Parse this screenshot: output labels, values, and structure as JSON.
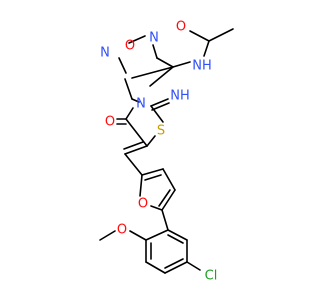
{
  "colors": {
    "bond": "#000000",
    "oxygen": "#ff0d0d",
    "nitrogen": "#3050f8",
    "sulfur": "#c8a000",
    "chlorine": "#1fa01f",
    "hydrogen_label": "#000000"
  },
  "labels": {
    "acetyl_o": "O",
    "amide_nh": "NH",
    "furazan_o": "O",
    "furazan_n1": "N",
    "furazan_n2": "N",
    "ring_n": "N",
    "carbonyl_o": "O",
    "imine": "NH",
    "sulfur": "S",
    "furan_o": "O",
    "methoxy_o": "O",
    "chloro": "Cl"
  }
}
